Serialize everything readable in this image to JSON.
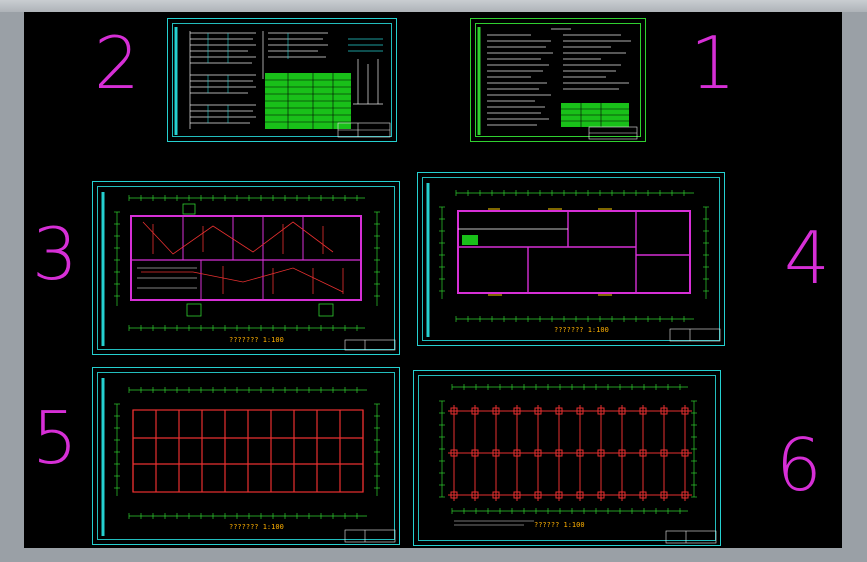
{
  "viewer": {
    "background": "#000000",
    "frame": "#9aa0a6"
  },
  "sheet_numbers": [
    "1",
    "2",
    "3",
    "4",
    "5",
    "6"
  ],
  "sheets": [
    {
      "id": "sheet-1",
      "caption": ""
    },
    {
      "id": "sheet-2",
      "caption": ""
    },
    {
      "id": "sheet-3",
      "caption": "??????? 1:100"
    },
    {
      "id": "sheet-4",
      "caption": "??????? 1:100"
    },
    {
      "id": "sheet-5",
      "caption": "??????? 1:100"
    },
    {
      "id": "sheet-6",
      "caption": "?????? 1:100"
    }
  ],
  "colors": {
    "sheet_border": "#25d0d0",
    "number_magenta": "#d62fd6",
    "wall": "#d62fd6",
    "grid_red": "#e83030",
    "dimension_green": "#30d030",
    "text_white": "#e8e8e8",
    "table_green": "#19c019"
  }
}
